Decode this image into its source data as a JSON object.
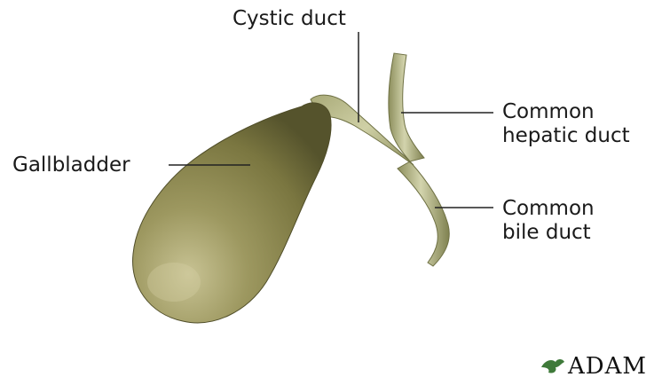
{
  "labels": {
    "cystic_duct": "Cystic duct",
    "gallbladder": "Gallbladder",
    "common_hepatic_duct": {
      "line1": "Common",
      "line2": "hepatic duct"
    },
    "common_bile_duct": {
      "line1": "Common",
      "line2": "bile duct"
    }
  },
  "logo": {
    "text": "ADAM"
  },
  "colors": {
    "organ_base": "#8f8a52",
    "organ_dark": "#5c5a30",
    "duct": "#b8b98a",
    "leader_line": "#222222",
    "logo_leaf": "#3f7a3a"
  }
}
